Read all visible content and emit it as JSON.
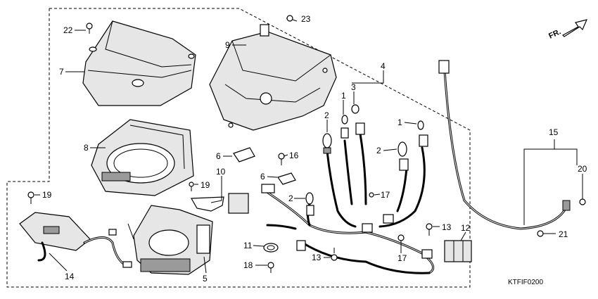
{
  "callouts": {
    "n1a": "1",
    "n1b": "1",
    "n2a": "2",
    "n2b": "2",
    "n2c": "2",
    "n3": "3",
    "n4": "4",
    "n5": "5",
    "n6a": "6",
    "n6b": "6",
    "n7": "7",
    "n8": "8",
    "n9": "9",
    "n10": "10",
    "n11": "11",
    "n12": "12",
    "n13a": "13",
    "n13b": "13",
    "n14": "14",
    "n15": "15",
    "n16": "16",
    "n17a": "17",
    "n17b": "17",
    "n18": "18",
    "n19a": "19",
    "n19b": "19",
    "n20": "20",
    "n21": "21",
    "n22": "22",
    "n23": "23"
  },
  "direction_label": "FR.",
  "diagram_code": "KTFIF0200"
}
